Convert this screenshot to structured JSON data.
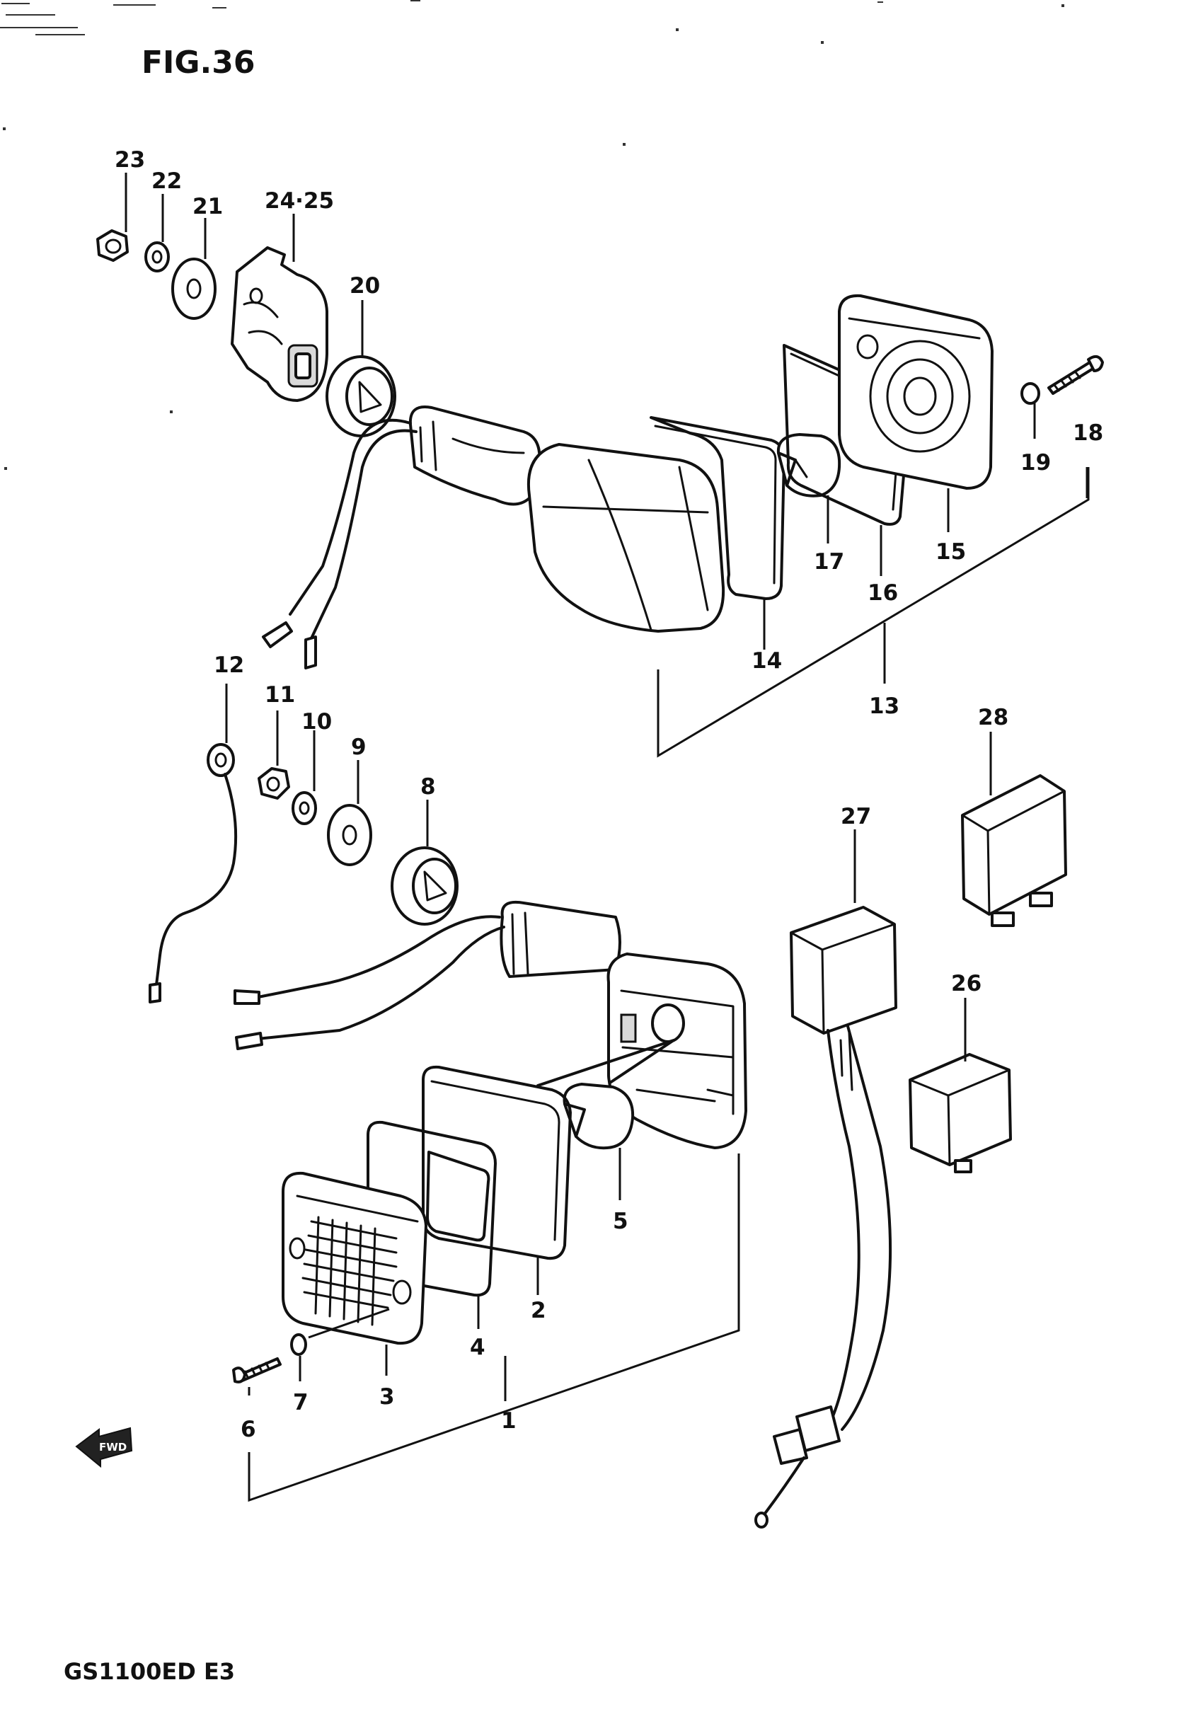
{
  "figure": {
    "title": "FIG.36",
    "model_code": "GS1100ED E3",
    "fwd_label": "FWD"
  },
  "callouts": {
    "c1": "1",
    "c2": "2",
    "c3": "3",
    "c4": "4",
    "c5": "5",
    "c6": "6",
    "c7": "7",
    "c8": "8",
    "c9": "9",
    "c10": "10",
    "c11": "11",
    "c12": "12",
    "c13": "13",
    "c14": "14",
    "c15": "15",
    "c16": "16",
    "c17": "17",
    "c18": "18",
    "c19": "19",
    "c20": "20",
    "c21": "21",
    "c22": "22",
    "c23": "23",
    "c24_25": "24·25",
    "c26": "26",
    "c27": "27",
    "c28": "28"
  },
  "icons": {
    "fwd": "fwd-arrow-icon"
  }
}
